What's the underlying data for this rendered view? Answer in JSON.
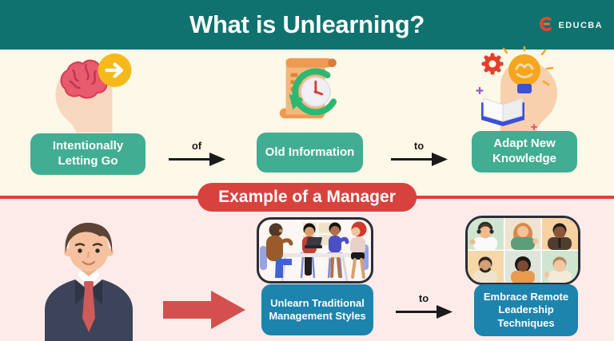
{
  "page": {
    "title": "What is Unlearning?"
  },
  "header": {
    "title": "What is Unlearning?",
    "logo_text": "EDUCBA",
    "logo_icon": "educba-e-swirl-icon"
  },
  "colors": {
    "header_bg": "#0f726e",
    "top_section_bg": "#fdf8e8",
    "bottom_section_bg": "#fcebe9",
    "teal_button": "#41ad92",
    "blue_button": "#1c84ad",
    "red_accent": "#d8423d",
    "red_arrow": "#d4504f",
    "arrow_black": "#1b1b1b"
  },
  "flow": {
    "steps": [
      {
        "label": "Intentionally Letting Go",
        "icon": "head-brain-release-icon"
      },
      {
        "label": "Old Information",
        "icon": "scroll-clock-history-icon"
      },
      {
        "label": "Adapt New Knowledge",
        "icon": "head-lightbulb-gear-book-icon"
      }
    ],
    "connectors": [
      {
        "label": "of"
      },
      {
        "label": "to"
      }
    ]
  },
  "example": {
    "banner_label": "Example of a Manager",
    "subject_icon": "manager-illustration",
    "arrow_icon": "big-red-arrow-icon",
    "steps": [
      {
        "label": "Unlearn Traditional Management Styles",
        "icon": "team-meeting-illustration"
      },
      {
        "label": "Embrace Remote Leadership Techniques",
        "icon": "video-call-grid-illustration"
      }
    ],
    "connector": {
      "label": "to"
    }
  }
}
